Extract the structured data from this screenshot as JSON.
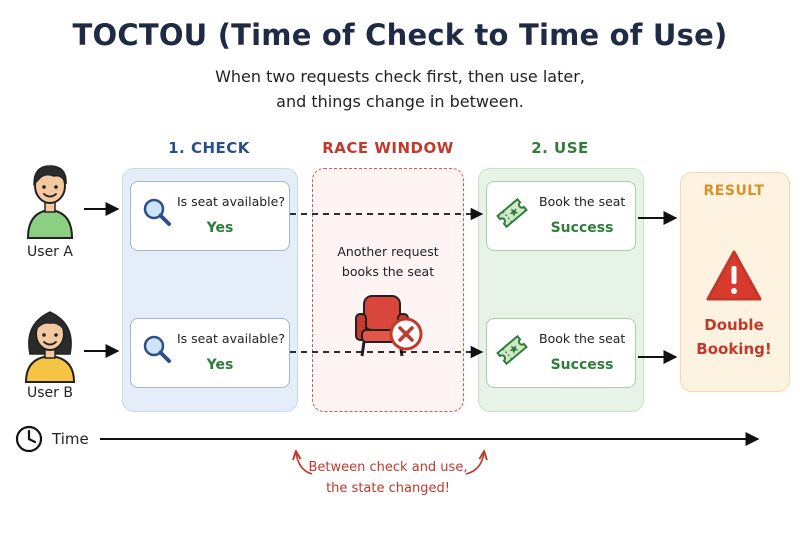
{
  "header": {
    "title": "TOCTOU (Time of Check to Time of Use)",
    "subtitle_line1": "When two requests check first, then use later,",
    "subtitle_line2": "and things change in between."
  },
  "columns": {
    "check": "1. CHECK",
    "race": "RACE WINDOW",
    "use": "2. USE",
    "result": "RESULT"
  },
  "users": [
    {
      "label": "User A"
    },
    {
      "label": "User B"
    }
  ],
  "check_cards": [
    {
      "question": "Is seat available?",
      "answer": "Yes"
    },
    {
      "question": "Is seat available?",
      "answer": "Yes"
    }
  ],
  "race": {
    "line1": "Another request",
    "line2": "books the seat"
  },
  "use_cards": [
    {
      "action": "Book the seat",
      "outcome": "Success"
    },
    {
      "action": "Book the seat",
      "outcome": "Success"
    }
  ],
  "result": {
    "line1": "Double",
    "line2": "Booking!"
  },
  "timeline": {
    "label": "Time"
  },
  "note": {
    "line1": "Between check and use,",
    "line2": "the state changed!"
  },
  "colors": {
    "check": "#2c4f8a",
    "race": "#c0392b",
    "use": "#2f7d3a",
    "result": "#d4932a"
  }
}
